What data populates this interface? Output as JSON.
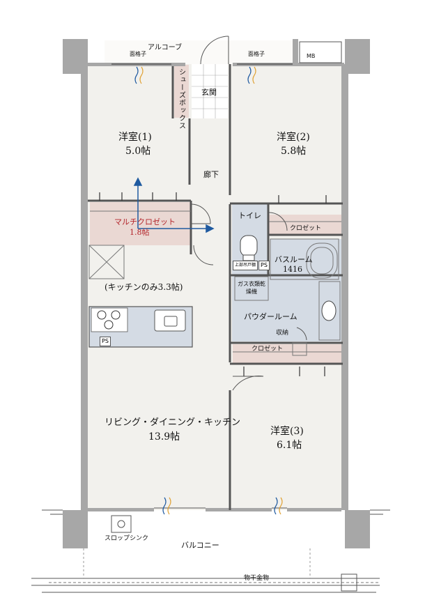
{
  "labels": {
    "alcove": "アルコーブ",
    "lattice_left": "面格子",
    "lattice_right": "面格子",
    "mb": "MB",
    "shoe_box": "シューズボックス",
    "entrance": "玄関",
    "room1_name": "洋室(1)",
    "room1_size": "5.0帖",
    "room2_name": "洋室(2)",
    "room2_size": "5.8帖",
    "hallway": "廊下",
    "multi_closet_name": "マルチクロゼット",
    "multi_closet_size": "1.8帖",
    "toilet": "トイレ",
    "closet_top": "クロゼット",
    "bathroom_name": "バスルーム",
    "bathroom_size": "1416",
    "upper_cabinet": "上部吊戸棚",
    "ps_toilet": "PS",
    "gas_dryer": "ガス衣類乾燥機",
    "kitchen_only": "(キッチンのみ3.3帖)",
    "ps_kitchen": "PS",
    "powder_room": "パウダールーム",
    "storage": "収納",
    "closet_room3": "クロゼット",
    "ldk_name": "リビング・ダイニング・キッチン",
    "ldk_size": "13.9帖",
    "room3_name": "洋室(3)",
    "room3_size": "6.1帖",
    "slop_sink": "スロップシンク",
    "balcony": "バルコニー",
    "laundry_hardware": "物干金物"
  },
  "colors": {
    "wall": "#a7a7a7",
    "floor": "#f2f1ed",
    "wet_area": "#d4dbe4",
    "closet": "#ead8d3",
    "accent_arrow": "#1f5aa0",
    "accent_text": "#b3262c"
  }
}
